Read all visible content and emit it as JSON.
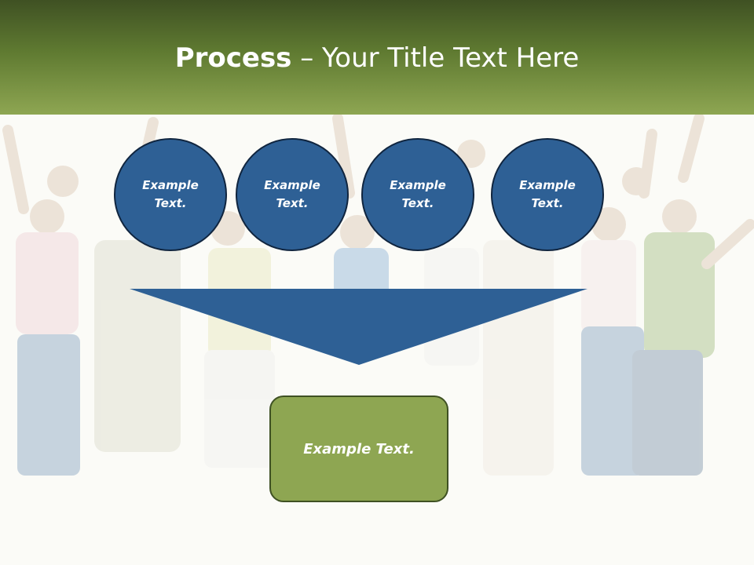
{
  "slide": {
    "title_bold": "Process",
    "title_rest": " – Your Title Text Here"
  },
  "circles": [
    {
      "line1": "Example",
      "line2": "Text."
    },
    {
      "line1": "Example",
      "line2": "Text."
    },
    {
      "line1": "Example",
      "line2": "Text."
    },
    {
      "line1": "Example",
      "line2": "Text."
    }
  ],
  "result": {
    "label": "Example Text."
  },
  "colors": {
    "header_dark": "#3f5123",
    "header_light": "#8ea652",
    "circle_fill": "#2e6095",
    "circle_border": "#10253f",
    "result_fill": "#8ea652"
  }
}
